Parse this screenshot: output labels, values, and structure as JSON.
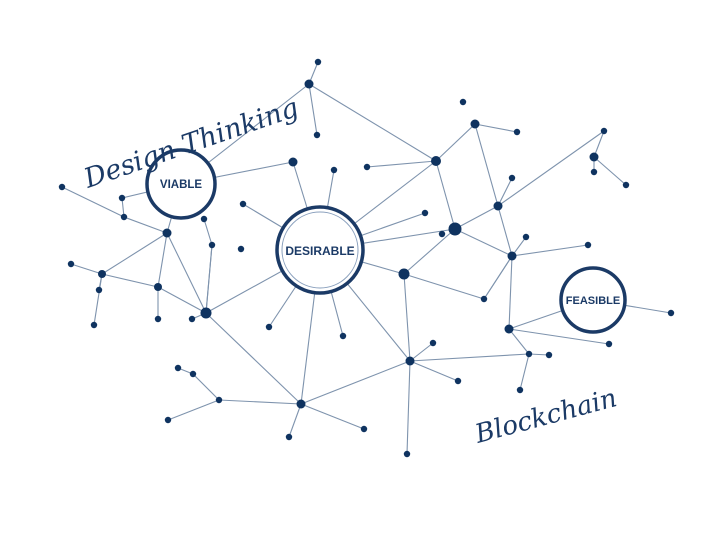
{
  "diagram": {
    "captions": {
      "top_left": "Design Thinking",
      "bottom_right": "Blockchain"
    },
    "hubs": {
      "viable": "VIABLE",
      "desirable": "DESIRABLE",
      "feasible": "FEASIBLE"
    },
    "colors": {
      "node": "#0f3360",
      "edge": "#7e93ad",
      "hub_ring": "#1b3a66",
      "text": "#1b3a66"
    }
  }
}
